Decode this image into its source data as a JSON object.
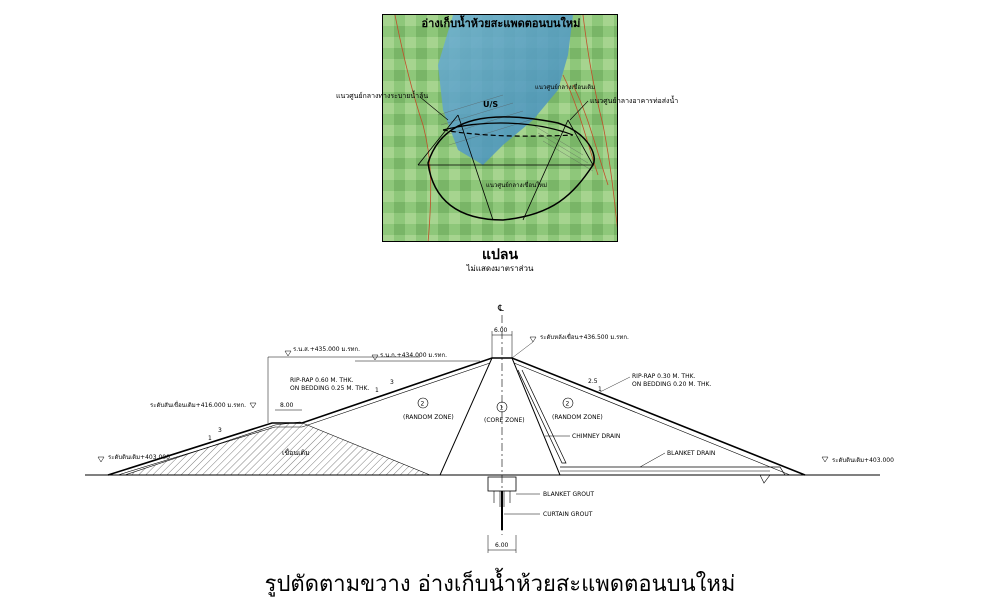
{
  "plan": {
    "title": "อ่างเก็บน้ำห้วยสะแพดตอนบนใหม่",
    "label_us": "U/S",
    "label_spillway_axis": "แนวศูนย์กลางทางระบายน้ำล้น",
    "label_old_dam_axis": "แนวศูนย์กลางเขื่อนเดิม",
    "label_outlet_axis": "แนวศูนย์กลางอาคารท่อส่งน้ำ",
    "label_new_dam_axis": "แนวศูนย์กลางเขื่อนใหม่",
    "name": "แปลน",
    "subtitle": "ไม่แสดงมาตราส่วน"
  },
  "section": {
    "crest_width": "6.00",
    "base_width": "6.00",
    "berm_width": "8.00",
    "crest_level": "ระดับหลังเขื่อน+436.500 ม.รทก.",
    "max_water_level": "ร.น.ส.+435.000 ม.รทก.",
    "normal_water_level": "ร.น.ก.+434.000 ม.รทก.",
    "old_dam_crest": "ระดับสันเขื่อนเดิม+416.000 ม.รทก.",
    "ground_left": "ระดับดินเดิม+403.000",
    "ground_right": "ระดับดินเดิม+403.000",
    "riprap_us_1": "RIP-RAP 0.60 M. THK.",
    "riprap_us_2": "ON BEDDING 0.25 M. THK.",
    "riprap_ds_1": "RIP-RAP 0.30 M. THK.",
    "riprap_ds_2": "ON BEDDING 0.20 M. THK.",
    "slope_us_upper_h": "3",
    "slope_us_upper_v": "1",
    "slope_us_lower_h": "3",
    "slope_us_lower_v": "1",
    "slope_ds_h": "2.5",
    "slope_ds_v": "1",
    "zone_random_num": "2",
    "zone_random": "(RANDOM ZONE)",
    "zone_core_num": "1",
    "zone_core": "(CORE ZONE)",
    "old_dam_label": "เขื่อนเดิม",
    "chimney_drain": "CHIMNEY DRAIN",
    "blanket_drain": "BLANKET DRAIN",
    "blanket_grout": "BLANKET GROUT",
    "curtain_grout": "CURTAIN GROUT",
    "centerline": "℄"
  },
  "caption": "รูปตัดตามขวาง อ่างเก็บน้ำห้วยสะแพดตอนบนใหม่",
  "colors": {
    "water": "#4a9ec9",
    "vegetation": "#7fbf6a",
    "contour": "#c0502a",
    "line": "#000000"
  }
}
